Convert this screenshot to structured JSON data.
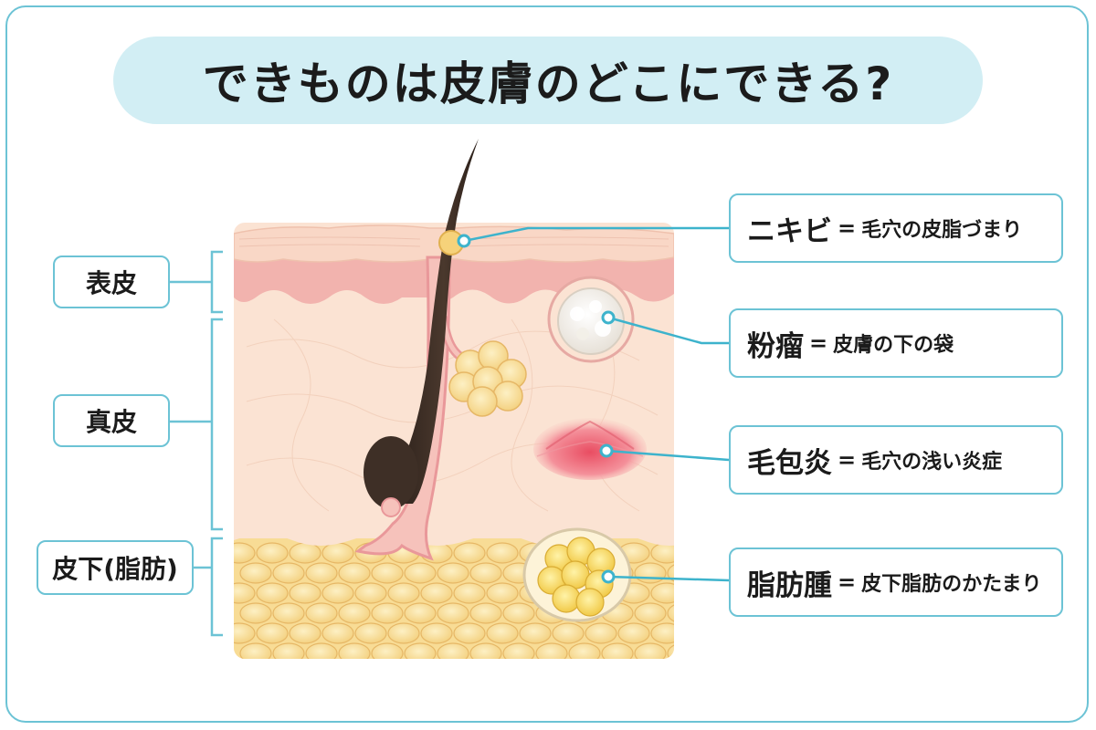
{
  "title": "できものは皮膚のどこにできる?",
  "layers": {
    "epidermis": "表皮",
    "dermis": "真皮",
    "subcutis": "皮下(脂肪)"
  },
  "annotations": [
    {
      "name": "ニキビ",
      "eq": "=",
      "desc": "毛穴の皮脂づまり"
    },
    {
      "name": "粉瘤",
      "eq": "=",
      "desc": "皮膚の下の袋"
    },
    {
      "name": "毛包炎",
      "eq": "=",
      "desc": "毛穴の浅い炎症"
    },
    {
      "name": "脂肪腫",
      "eq": "=",
      "desc": "皮下脂肪のかたまり"
    }
  ],
  "colors": {
    "accent": "#6cc3d5",
    "title_bg": "#d2eef4",
    "epidermis": "#f2b3ae",
    "dermis": "#fbe3d3",
    "fat": "#f8dc95",
    "hair": "#3e2f26"
  }
}
